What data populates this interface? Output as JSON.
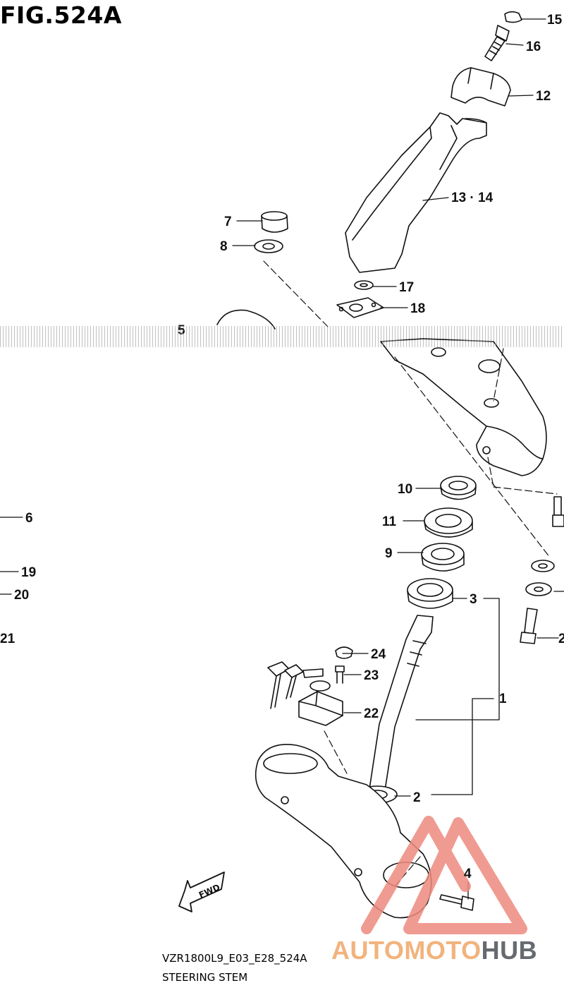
{
  "figure": {
    "title": "FIG.524A",
    "caption_code": "VZR1800L9_E03_E28_524A",
    "caption_name": "STEERING STEM"
  },
  "watermark": {
    "brand_part1": "AUTOMOTO",
    "brand_part2": "HUB",
    "color_accent": "#f2b37d",
    "color_dark": "#666a70",
    "logo_color": "#ee8a7e"
  },
  "callouts": [
    "15",
    "16",
    "12",
    "13 · 14",
    "7",
    "8",
    "17",
    "18",
    "10",
    "11",
    "9",
    "3",
    "6",
    "19",
    "20",
    "21",
    "24",
    "23",
    "22",
    "1",
    "2",
    "4",
    "5",
    "2"
  ],
  "icons": {
    "forward_arrow": "fwd-arrow-icon",
    "fwd_label": "FWD"
  }
}
